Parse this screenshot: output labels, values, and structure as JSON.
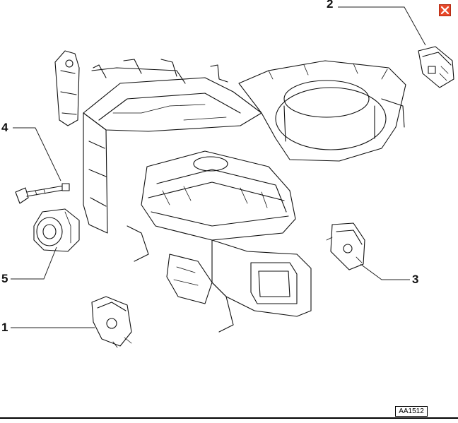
{
  "diagram": {
    "reference_code": "AA1512",
    "callouts": [
      {
        "id": "1",
        "label": "1"
      },
      {
        "id": "2",
        "label": "2"
      },
      {
        "id": "3",
        "label": "3"
      },
      {
        "id": "4",
        "label": "4"
      },
      {
        "id": "5",
        "label": "5"
      }
    ]
  },
  "window": {
    "close_icon": "close-icon",
    "accent_color": "#e8482a"
  }
}
